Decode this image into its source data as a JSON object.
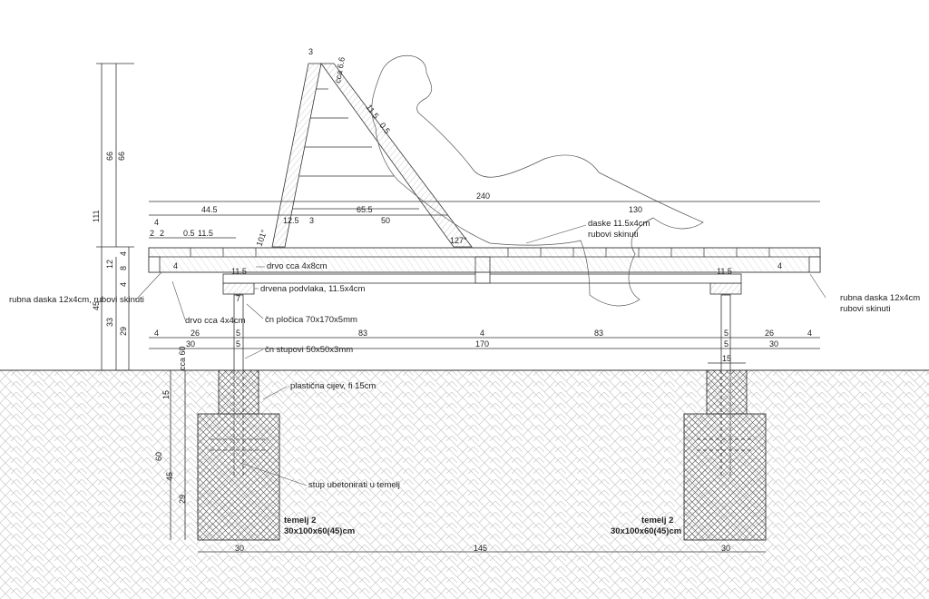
{
  "dims": {
    "total_height": "111",
    "back_height_a": "66",
    "back_height_b": "66",
    "seat_thickness": "12",
    "seat_4a": "4",
    "seat_8": "8",
    "seat_4b": "4",
    "leg_45": "45",
    "leg_33": "33",
    "leg_29": "29",
    "back_top_3": "3",
    "back_cca": "cca 6.6",
    "back_11_5": "11.5",
    "back_0_5": "0.5",
    "total_length": "240",
    "seg_44_5": "44.5",
    "seg_65_5": "65.5",
    "seg_130": "130",
    "seg_4": "4",
    "seg_2a": "2",
    "seg_2b": "2",
    "seg_0_5": "0.5",
    "seg_11_5": "11.5",
    "seg_12_5": "12.5",
    "seg_3": "3",
    "seg_50": "50",
    "angle_101": "101°",
    "angle_127": "127°",
    "inner_4_left": "4",
    "inner_4_right": "4",
    "beam_11_5_left": "11.5",
    "beam_11_5_right": "11.5",
    "post_7": "7",
    "bot_4a": "4",
    "bot_26a": "26",
    "bot_5a": "5",
    "bot_83a": "83",
    "bot_4b": "4",
    "bot_83b": "83",
    "bot_5b": "5",
    "bot_26b": "26",
    "bot_4c": "4",
    "bot_30a": "30",
    "bot_5c": "5",
    "bot_170": "170",
    "bot_5d": "5",
    "bot_30b": "30",
    "pipe_15": "15",
    "found_cca60": "cca 60",
    "found_15": "15",
    "found_60": "60",
    "found_45": "45",
    "found_29": "29",
    "base_30a": "30",
    "base_145": "145",
    "base_30b": "30"
  },
  "notes": {
    "daske": "daske 11.5x4cm",
    "daske_sub": "rubovi skinuti",
    "rubna_left": "rubna daska 12x4cm, rubovi skinuti",
    "rubna_right": "rubna daska 12x4cm",
    "rubna_right_sub": "rubovi skinuti",
    "drvo_4x8": "drvo cca 4x8cm",
    "podvlaka": "drvena podvlaka, 11.5x4cm",
    "drvo_4x4": "drvo cca 4x4cm",
    "plocica": "čn pločica 70x170x5mm",
    "stupovi": "čn stupovi 50x50x3mm",
    "cijev": "plastična cijev, fi 15cm",
    "ubetonirati": "stup ubetonirati u temelj",
    "temelj_left_title": "temelj 2",
    "temelj_left_size": "30x100x60(45)cm",
    "temelj_right_title": "temelj 2",
    "temelj_right_size": "30x100x60(45)cm"
  }
}
